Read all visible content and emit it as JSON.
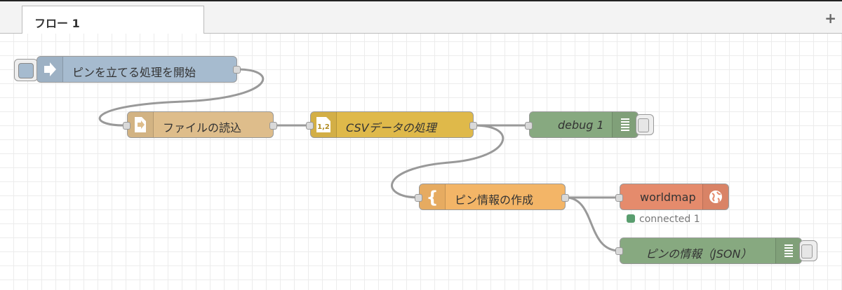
{
  "tabs": [
    {
      "label": "フロー 1"
    }
  ],
  "add_tab_icon": "plus-icon",
  "nodes": {
    "inject": {
      "label": "ピンを立てる処理を開始",
      "type": "inject",
      "color": "#a6bbcf",
      "icon": "arrow-right-icon"
    },
    "file": {
      "label": "ファイルの読込",
      "type": "file-in",
      "color": "#debd8b",
      "icon": "file-in-icon"
    },
    "csv": {
      "label": "CSVデータの処理",
      "type": "csv",
      "color": "#dfb94a",
      "icon": "csv-icon",
      "icon_text": "1,2"
    },
    "debug1": {
      "label": "debug 1",
      "type": "debug",
      "color": "#87a980",
      "icon": "debug-list-icon"
    },
    "template": {
      "label": "ピン情報の作成",
      "type": "template",
      "color": "#f3b567",
      "icon": "brace-icon",
      "icon_text": "{"
    },
    "worldmap": {
      "label": "worldmap",
      "type": "worldmap",
      "color": "#e58b6c",
      "icon": "globe-icon",
      "status": "connected 1",
      "status_color": "#5a9e6f"
    },
    "debug2": {
      "label": "ピンの情報（JSON）",
      "type": "debug",
      "color": "#87a980",
      "icon": "debug-list-icon"
    }
  }
}
